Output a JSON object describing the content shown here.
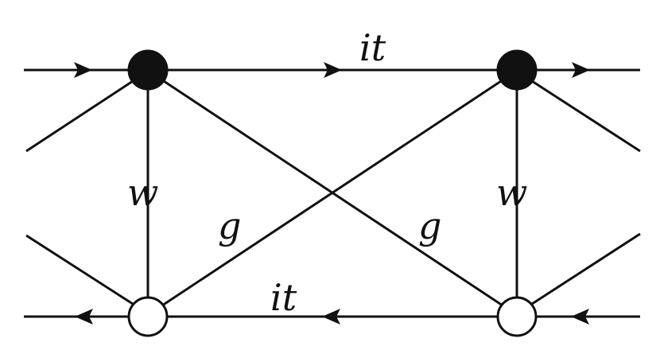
{
  "diagram": {
    "labels": {
      "top_edge": "it",
      "bottom_edge": "it",
      "left_vertical": "w",
      "right_vertical": "w",
      "cross_left": "g",
      "cross_right": "g"
    },
    "node_styles": {
      "top": "filled",
      "bottom": "open"
    },
    "colors": {
      "line": "#111111",
      "background": "#ffffff"
    }
  }
}
